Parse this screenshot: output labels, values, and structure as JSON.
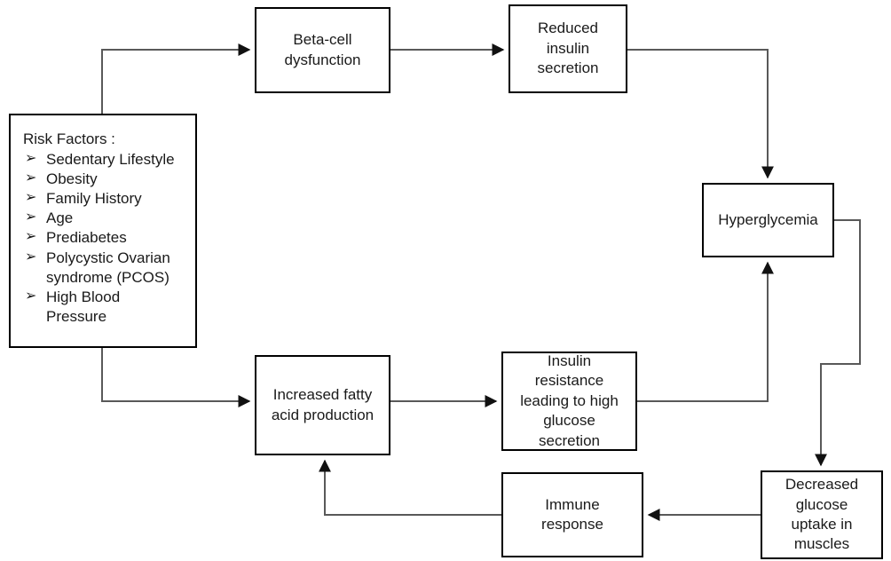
{
  "diagram": {
    "title": "Type 2 diabetes pathophysiology flowchart",
    "stroke_color": "#000000",
    "connector_color": "#595959",
    "background": "#ffffff"
  },
  "nodes": {
    "risk_factors": {
      "title": "Risk Factors :",
      "bullet_glyph": "➢",
      "items": [
        "Sedentary Lifestyle",
        "Obesity",
        "Family History",
        "Age",
        "Prediabetes",
        "Polycystic Ovarian\nsyndrome (PCOS)",
        "High Blood\nPressure"
      ]
    },
    "beta_cell": {
      "label": "Beta-cell\ndysfunction"
    },
    "reduced_insulin": {
      "label": "Reduced\ninsulin\nsecretion"
    },
    "hyperglycemia": {
      "label": "Hyperglycemia"
    },
    "increased_fatty_acid": {
      "label": "Increased fatty\nacid production"
    },
    "insulin_resistance": {
      "label": "Insulin\nresistance\nleading to high\nglucose\nsecretion"
    },
    "immune_response": {
      "label": "Immune\nresponse"
    },
    "decreased_glucose_uptake": {
      "label": "Decreased\nglucose\nuptake in\nmuscles"
    }
  },
  "edges": [
    {
      "from": "risk_factors",
      "to": "beta_cell"
    },
    {
      "from": "beta_cell",
      "to": "reduced_insulin"
    },
    {
      "from": "reduced_insulin",
      "to": "hyperglycemia"
    },
    {
      "from": "risk_factors",
      "to": "increased_fatty_acid"
    },
    {
      "from": "increased_fatty_acid",
      "to": "insulin_resistance"
    },
    {
      "from": "insulin_resistance",
      "to": "hyperglycemia"
    },
    {
      "from": "hyperglycemia",
      "to": "decreased_glucose_uptake"
    },
    {
      "from": "decreased_glucose_uptake",
      "to": "immune_response"
    },
    {
      "from": "immune_response",
      "to": "increased_fatty_acid"
    }
  ]
}
